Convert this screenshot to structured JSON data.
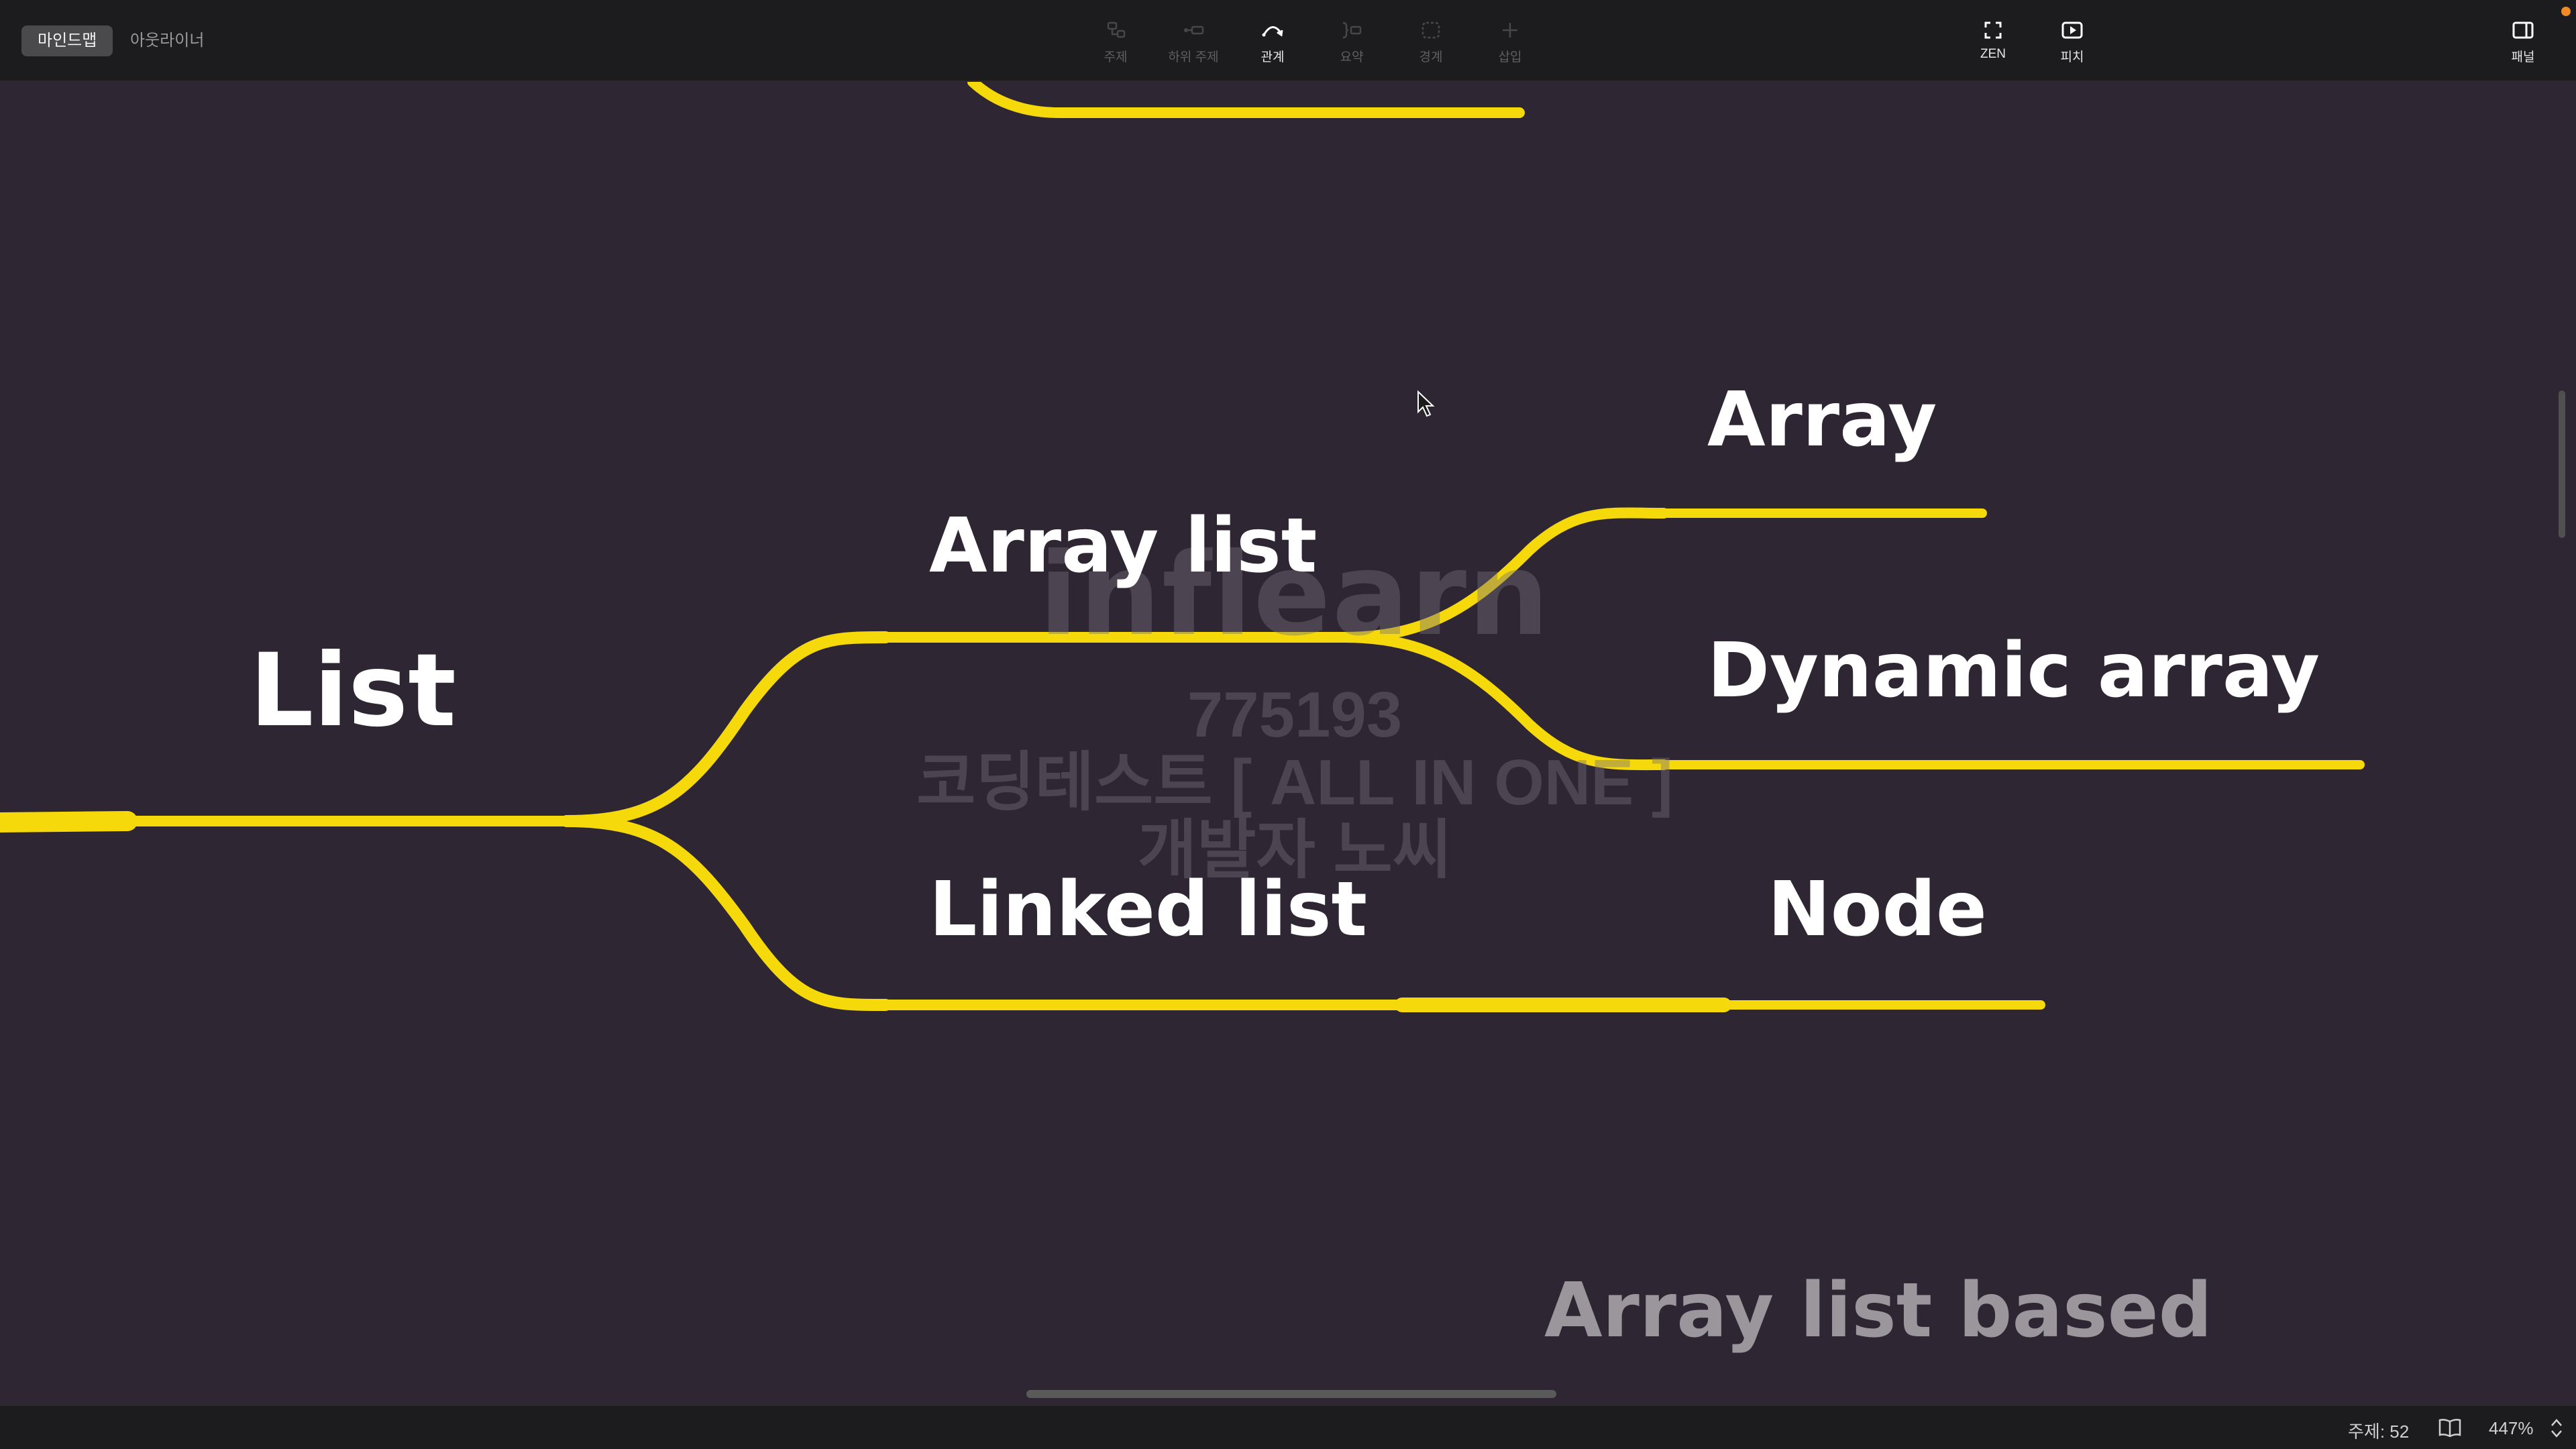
{
  "toolbar": {
    "view_tabs": [
      {
        "label": "마인드맵",
        "active": true
      },
      {
        "label": "아웃라이너",
        "active": false
      }
    ],
    "tools": [
      {
        "label": "주제",
        "icon": "topic-icon",
        "state": "disabled"
      },
      {
        "label": "하위 주제",
        "icon": "subtopic-icon",
        "state": "disabled"
      },
      {
        "label": "관계",
        "icon": "relationship-icon",
        "state": "enabled"
      },
      {
        "label": "요약",
        "icon": "summary-icon",
        "state": "disabled"
      },
      {
        "label": "경계",
        "icon": "boundary-icon",
        "state": "disabled"
      },
      {
        "label": "삽입",
        "icon": "insert-icon",
        "state": "disabled"
      }
    ],
    "right_tools": [
      {
        "label": "ZEN",
        "icon": "fullscreen-icon"
      },
      {
        "label": "피치",
        "icon": "pitch-play-icon"
      }
    ],
    "panel": {
      "label": "패널",
      "icon": "panel-icon"
    }
  },
  "mindmap": {
    "branch_color": "#f5d90a",
    "topics": {
      "list": "List",
      "array_list": "Array list",
      "linked_list": "Linked list",
      "array": "Array",
      "dynamic_array": "Dynamic array",
      "node": "Node"
    },
    "partial_label": "Array list based"
  },
  "watermark": {
    "brand": "inflearn",
    "code": "775193",
    "course": "코딩테스트 [ ALL IN ONE ]",
    "author": "개발자 노씨"
  },
  "statusbar": {
    "topic_count": "주제: 52",
    "zoom": "447%",
    "book_icon": "book-icon"
  },
  "colors": {
    "canvas_bg": "#2e2633",
    "toolbar_bg": "#1c1b1d",
    "branch": "#f5d90a",
    "notification": "#f08a24"
  }
}
